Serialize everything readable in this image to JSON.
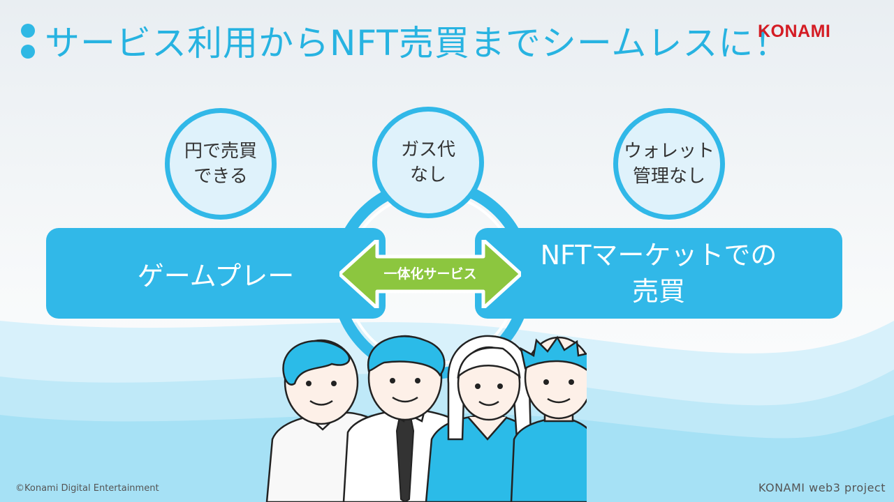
{
  "slide": {
    "title": "サービス利用からNFT売買までシームレスに！",
    "logo_text": "KONAMI",
    "bubbles": [
      {
        "id": "yen",
        "text": "円で売買\nできる"
      },
      {
        "id": "gas",
        "text": "ガス代\nなし"
      },
      {
        "id": "wallet",
        "text": "ウォレット\n管理なし"
      }
    ],
    "left_panel": "ゲームプレー",
    "right_panel": "NFTマーケットでの\n売買",
    "arrow_label": "一体化サービス",
    "footer_left": "©Konami Digital Entertainment",
    "footer_right": "KONAMI web3 project"
  },
  "colors": {
    "accent_blue": "#31b8e8",
    "title_blue": "#27b3e1",
    "bubble_fill": "#dff2fb",
    "arrow_green": "#8cc63f",
    "logo_red": "#d41c24"
  }
}
